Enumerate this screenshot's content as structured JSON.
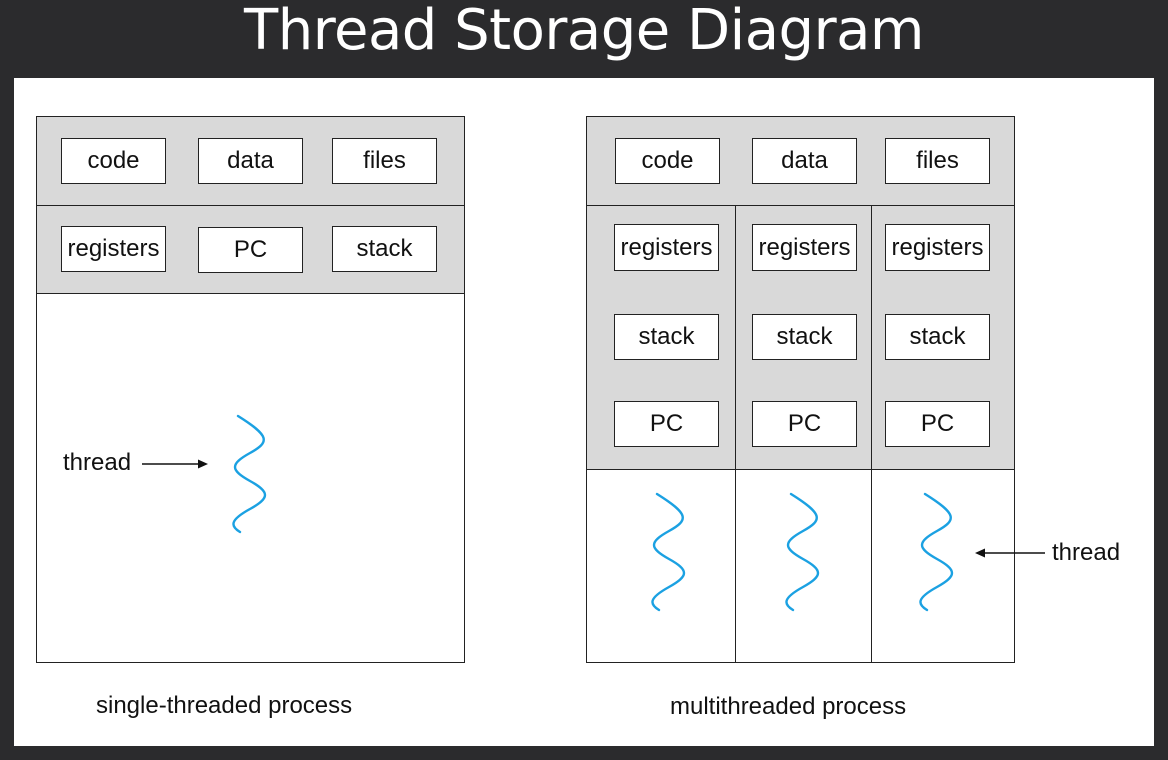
{
  "title": "Thread Storage Diagram",
  "single": {
    "shared": [
      "code",
      "data",
      "files"
    ],
    "thread": [
      "registers",
      "PC",
      "stack"
    ],
    "thread_label": "thread",
    "caption": "single-threaded process"
  },
  "multi": {
    "shared": [
      "code",
      "data",
      "files"
    ],
    "threads": [
      {
        "registers": "registers",
        "stack": "stack",
        "pc": "PC"
      },
      {
        "registers": "registers",
        "stack": "stack",
        "pc": "PC"
      },
      {
        "registers": "registers",
        "stack": "stack",
        "pc": "PC"
      }
    ],
    "thread_label": "thread",
    "caption": "multithreaded process"
  },
  "colors": {
    "thread_wave": "#1ba1e2",
    "shared_area": "#d9d9d9"
  }
}
